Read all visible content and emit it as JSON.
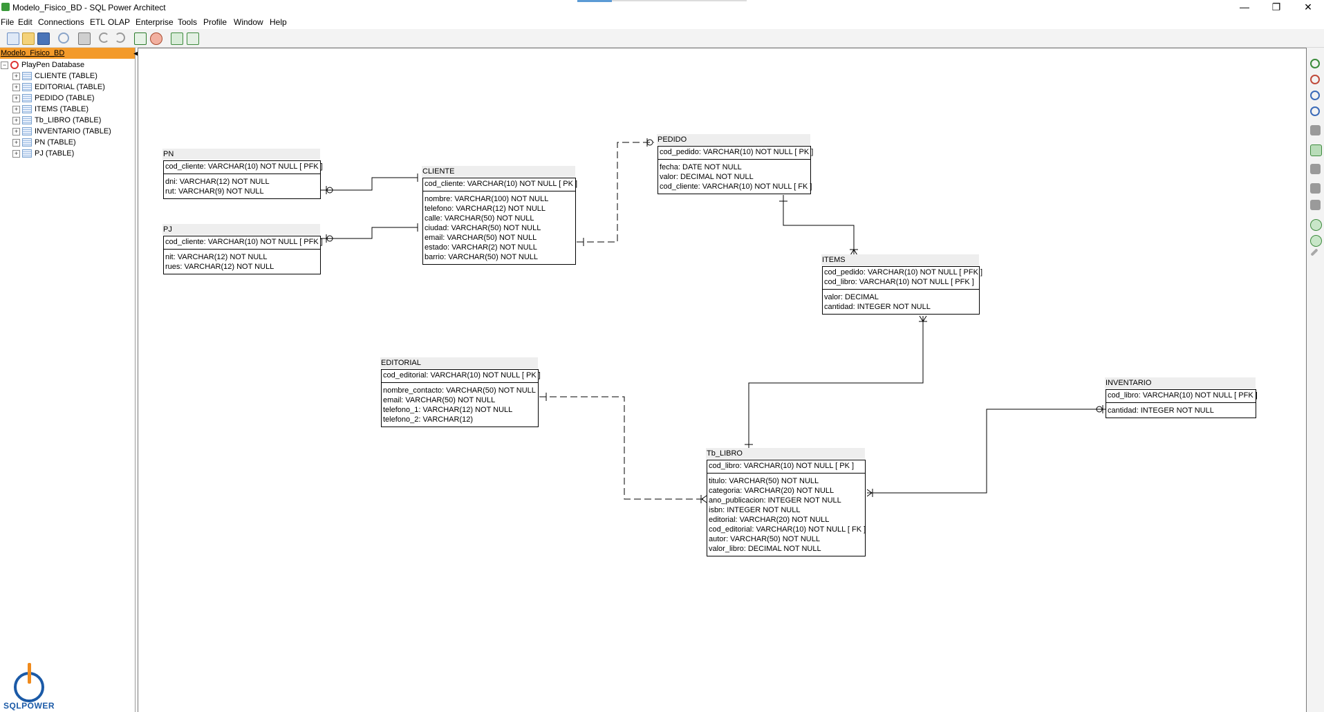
{
  "window": {
    "title": "Modelo_Fisico_BD - SQL Power Architect",
    "controls": [
      "—",
      "❐",
      "✕"
    ]
  },
  "menu": [
    "File",
    "Edit",
    "Connections",
    "ETL",
    "OLAP",
    "Enterprise",
    "Tools",
    "Profile",
    "Window",
    "Help"
  ],
  "toolbar": {
    "icons": [
      "new-project-icon",
      "open-project-icon",
      "save-icon",
      "refresh-icon",
      "print-icon",
      "undo-icon",
      "redo-icon",
      "forward-engineer-sql-icon",
      "compare-dm-icon",
      "copy-table-icon",
      "visual-mapping-report-icon"
    ]
  },
  "tree": {
    "project": "Modelo_Fisico_BD",
    "root": "PlayPen Database",
    "tables": [
      "CLIENTE (TABLE)",
      "EDITORIAL (TABLE)",
      "PEDIDO (TABLE)",
      "ITEMS (TABLE)",
      "Tb_LIBRO (TABLE)",
      "INVENTARIO (TABLE)",
      "PN (TABLE)",
      "PJ (TABLE)"
    ]
  },
  "logo": {
    "text": "SQLPOWER"
  },
  "right_toolbar": {
    "icons": [
      "zoom-in-icon",
      "zoom-out-icon",
      "zoom-normal-icon",
      "zoom-to-fit-icon",
      "create-schema-icon",
      "create-table-icon",
      "create-index-icon",
      "insert-column-icon",
      "insert-label-icon",
      "create-identifying-relationship-icon",
      "create-non-identifying-relationship-icon",
      "edit-icon"
    ]
  },
  "diagram": {
    "entities": {
      "pn": {
        "name": "PN",
        "pk": [
          "cod_cliente: VARCHAR(10)   NOT NULL  [ PFK ]"
        ],
        "cols": [
          "dni: VARCHAR(12)   NOT NULL",
          "rut: VARCHAR(9)   NOT NULL"
        ]
      },
      "pj": {
        "name": "PJ",
        "pk": [
          "cod_cliente: VARCHAR(10)   NOT NULL  [ PFK ]"
        ],
        "cols": [
          "nit: VARCHAR(12)   NOT NULL",
          "rues: VARCHAR(12)   NOT NULL"
        ]
      },
      "cliente": {
        "name": "CLIENTE",
        "pk": [
          "cod_cliente: VARCHAR(10)   NOT NULL  [ PK ]"
        ],
        "cols": [
          "nombre: VARCHAR(100)   NOT NULL",
          "telefono: VARCHAR(12)   NOT NULL",
          "calle: VARCHAR(50)   NOT NULL",
          "ciudad: VARCHAR(50)   NOT NULL",
          "email: VARCHAR(50)   NOT NULL",
          "estado: VARCHAR(2)   NOT NULL",
          "barrio: VARCHAR(50)   NOT NULL"
        ]
      },
      "pedido": {
        "name": "PEDIDO",
        "pk": [
          "cod_pedido: VARCHAR(10)   NOT NULL  [ PK ]"
        ],
        "cols": [
          "fecha: DATE   NOT NULL",
          "valor: DECIMAL   NOT NULL",
          "cod_cliente: VARCHAR(10)   NOT NULL  [ FK ]"
        ]
      },
      "items": {
        "name": "ITEMS",
        "pk": [
          "cod_pedido: VARCHAR(10)   NOT NULL  [ PFK ]",
          "cod_libro: VARCHAR(10)   NOT NULL  [ PFK ]"
        ],
        "cols": [
          "valor: DECIMAL",
          "cantidad: INTEGER   NOT NULL"
        ]
      },
      "editorial": {
        "name": "EDITORIAL",
        "pk": [
          "cod_editorial: VARCHAR(10)   NOT NULL  [ PK ]"
        ],
        "cols": [
          "nombre_contacto: VARCHAR(50)   NOT NULL",
          "email: VARCHAR(50)   NOT NULL",
          "telefono_1: VARCHAR(12)   NOT NULL",
          "telefono_2: VARCHAR(12)"
        ]
      },
      "inventario": {
        "name": "INVENTARIO",
        "pk": [
          "cod_libro: VARCHAR(10)   NOT NULL  [ PFK ]"
        ],
        "cols": [
          "cantidad: INTEGER   NOT NULL"
        ]
      },
      "tb_libro": {
        "name": "Tb_LIBRO",
        "pk": [
          "cod_libro: VARCHAR(10)   NOT NULL  [ PK ]"
        ],
        "cols": [
          "titulo: VARCHAR(50)   NOT NULL",
          "categoria: VARCHAR(20)   NOT NULL",
          "ano_publicacion: INTEGER   NOT NULL",
          "isbn: INTEGER   NOT NULL",
          "editorial: VARCHAR(20)   NOT NULL",
          "cod_editorial: VARCHAR(10)   NOT NULL  [ FK ]",
          "autor: VARCHAR(50)   NOT NULL",
          "valor_libro: DECIMAL   NOT NULL"
        ]
      }
    },
    "relationships": [
      {
        "from": "CLIENTE",
        "to": "PN",
        "type": "identifying"
      },
      {
        "from": "CLIENTE",
        "to": "PJ",
        "type": "identifying"
      },
      {
        "from": "CLIENTE",
        "to": "PEDIDO",
        "type": "non-identifying"
      },
      {
        "from": "PEDIDO",
        "to": "ITEMS",
        "type": "identifying"
      },
      {
        "from": "Tb_LIBRO",
        "to": "ITEMS",
        "type": "identifying"
      },
      {
        "from": "EDITORIAL",
        "to": "Tb_LIBRO",
        "type": "non-identifying"
      },
      {
        "from": "Tb_LIBRO",
        "to": "INVENTARIO",
        "type": "identifying"
      }
    ]
  }
}
